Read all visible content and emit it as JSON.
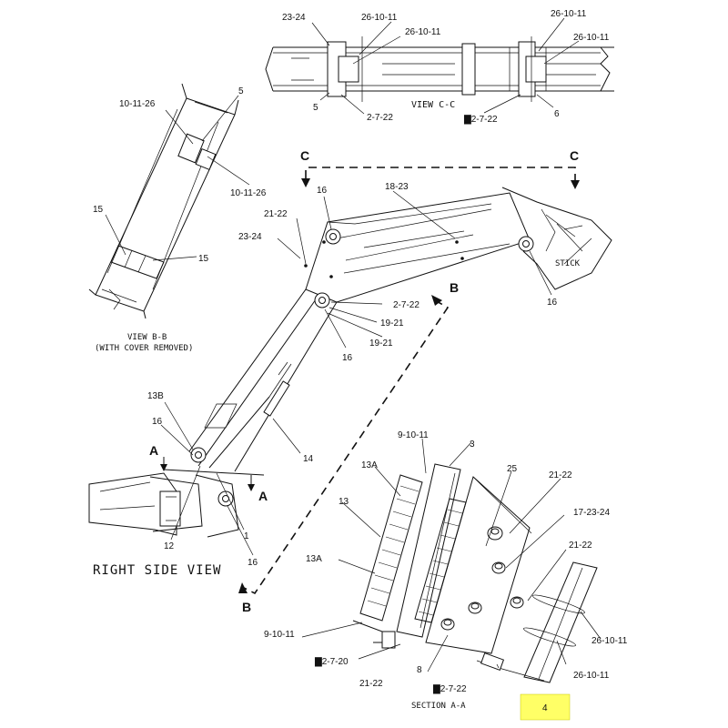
{
  "colors": {
    "ink": "#111111",
    "highlight": "#ffff66",
    "paper": "#ffffff"
  },
  "views": {
    "right_side_view": "RIGHT SIDE VIEW",
    "view_cc": "VIEW C-C",
    "view_bb_line1": "VIEW B-B",
    "view_bb_line2": "(WITH COVER REMOVED)",
    "section_aa": "SECTION A-A",
    "stick": "STICK"
  },
  "section_markers": {
    "A": "A",
    "B": "B",
    "C": "C"
  },
  "callouts": {
    "c_23_24_top": "23-24",
    "c_26_10_11_a": "26-10-11",
    "c_26_10_11_b": "26-10-11",
    "c_26_10_11_c": "26-10-11",
    "c_26_10_11_d": "26-10-11",
    "c_5_top": "5",
    "c_2_7_22_top": "2-7-22",
    "c_2_7_22_top2": "▇2-7-22",
    "c_6": "6",
    "c_10_11_26_a": "10-11-26",
    "c_5_bb": "5",
    "c_10_11_26_b": "10-11-26",
    "c_15_a": "15",
    "c_15_b": "15",
    "c_16_a": "16",
    "c_18_23": "18-23",
    "c_21_22_boom": "21-22",
    "c_23_24_boom": "23-24",
    "c_16_b": "16",
    "c_2_7_22_boom": "2-7-22",
    "c_19_21_a": "19-21",
    "c_19_21_b": "19-21",
    "c_16_c": "16",
    "c_13b": "13B",
    "c_16_d": "16",
    "c_14": "14",
    "c_12": "12",
    "c_1": "1",
    "c_16_e": "16",
    "c_9_10_11_a": "9-10-11",
    "c_3": "3",
    "c_13a_a": "13A",
    "c_13": "13",
    "c_25": "25",
    "c_21_22_a": "21-22",
    "c_17_23_24": "17-23-24",
    "c_21_22_b": "21-22",
    "c_13a_b": "13A",
    "c_9_10_11_b": "9-10-11",
    "c_26_10_11_e": "26-10-11",
    "c_2_7_20": "▇2-7-20",
    "c_8": "8",
    "c_21_22_c": "21-22",
    "c_26_10_11_f": "26-10-11",
    "c_2_7_22_sec": "▇2-7-22",
    "c_4": "4"
  }
}
